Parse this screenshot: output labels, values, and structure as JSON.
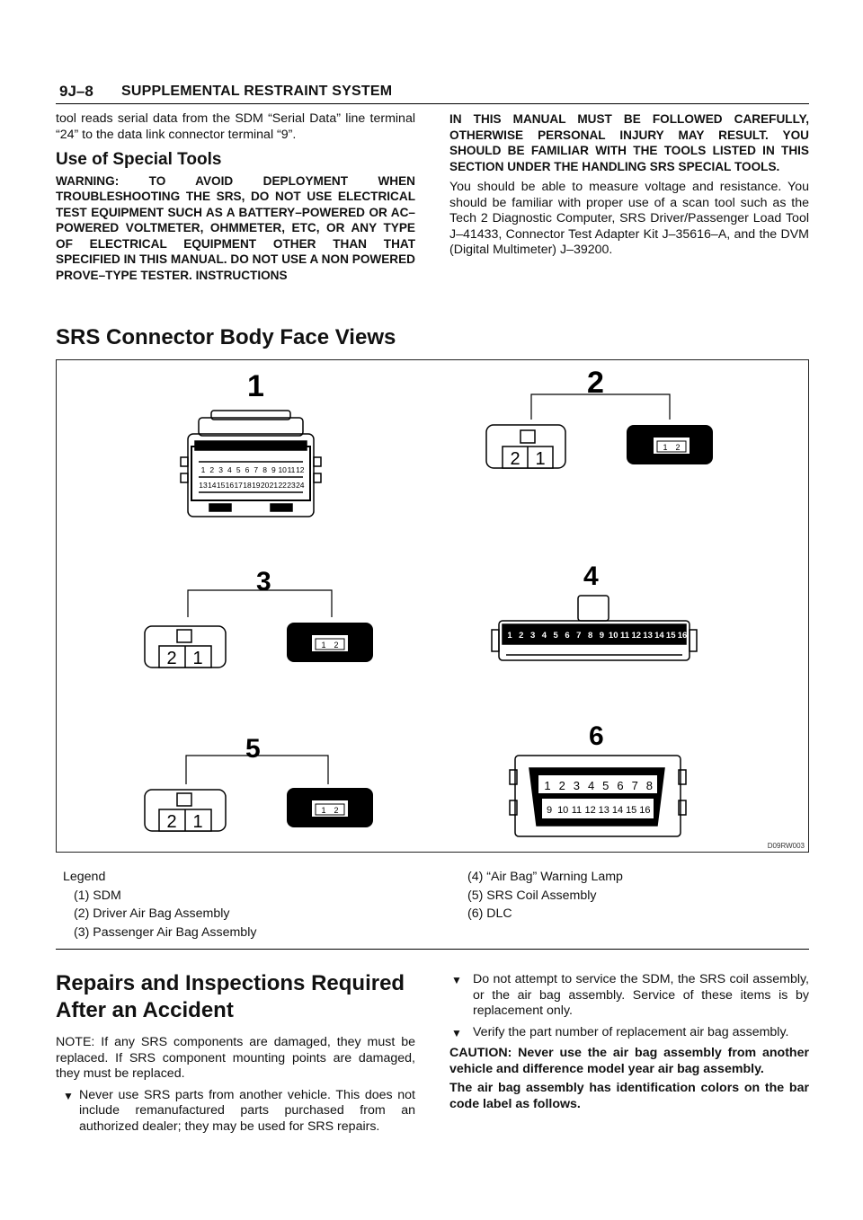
{
  "header": {
    "code": "9J–8",
    "title": "SUPPLEMENTAL RESTRAINT SYSTEM"
  },
  "intro": {
    "continued_text": "tool reads serial data from the SDM “Serial Data” line terminal “24” to the data link connector terminal “9”.",
    "heading": "Use of Special Tools",
    "warning_left": "WARNING: TO AVOID DEPLOYMENT WHEN TROUBLESHOOTING THE SRS, DO NOT USE ELECTRICAL TEST EQUIPMENT SUCH AS A BATTERY–POWERED OR AC–POWERED VOLTMETER, OHMMETER, ETC, OR ANY TYPE OF ELECTRICAL EQUIPMENT OTHER THAN THAT SPECIFIED IN THIS MANUAL. DO NOT USE A NON POWERED PROVE–TYPE TESTER. INSTRUCTIONS",
    "warning_right": "IN THIS MANUAL MUST BE FOLLOWED CAREFULLY, OTHERWISE PERSONAL INJURY MAY RESULT. YOU SHOULD BE FAMILIAR WITH THE TOOLS LISTED IN THIS SECTION UNDER THE HANDLING SRS SPECIAL TOOLS.",
    "tools_text": "You should be able to measure voltage and resistance. You should be familiar with proper use of a scan tool such as the Tech 2 Diagnostic Computer, SRS Driver/Passenger Load Tool J–41433, Connector Test Adapter Kit J–35616–A, and the DVM (Digital Multimeter) J–39200."
  },
  "connector_section": {
    "heading": "SRS Connector Body Face Views",
    "figure_id": "D09RW003",
    "diagram_numbers": [
      "1",
      "2",
      "3",
      "4",
      "5",
      "6"
    ],
    "pins_sdm_top": [
      "1",
      "2",
      "3",
      "4",
      "5",
      "6",
      "7",
      "8",
      "9",
      "10",
      "11",
      "12"
    ],
    "pins_sdm_bottom": [
      "13",
      "14",
      "15",
      "16",
      "17",
      "18",
      "19",
      "20",
      "21",
      "22",
      "23",
      "24"
    ],
    "pins_two_way_left": [
      "2",
      "1"
    ],
    "pins_two_way_right": [
      "1",
      "2"
    ],
    "pins_lamp": [
      "1",
      "2",
      "3",
      "4",
      "5",
      "6",
      "7",
      "8",
      "9",
      "10",
      "11",
      "12",
      "13",
      "14",
      "15",
      "16"
    ],
    "pins_dlc_top": [
      "1",
      "2",
      "3",
      "4",
      "5",
      "6",
      "7",
      "8"
    ],
    "pins_dlc_bottom": [
      "9",
      "10",
      "11",
      "12",
      "13",
      "14",
      "15",
      "16"
    ]
  },
  "legend": {
    "title": "Legend",
    "items": [
      "(1) SDM",
      "(2) Driver Air Bag Assembly",
      "(3) Passenger Air Bag Assembly",
      "(4) “Air Bag” Warning Lamp",
      "(5) SRS Coil Assembly",
      "(6) DLC"
    ]
  },
  "repairs": {
    "heading_line1": "Repairs and Inspections Required",
    "heading_line2": "After an Accident",
    "note": "NOTE: If any SRS components are damaged, they must be replaced. If SRS component mounting points are damaged, they must be replaced.",
    "bullet_symbol": "▼",
    "bullets": [
      "Never use SRS parts from another vehicle. This does not include remanufactured parts purchased from an authorized dealer; they may be used for SRS repairs.",
      "Do not attempt to service the SDM, the SRS coil assembly, or the air bag assembly. Service of these items is by replacement only.",
      "Verify the part number of replacement air bag assembly."
    ],
    "caution": "CAUTION: Never use the air bag assembly from another vehicle and difference model year air bag assembly.",
    "closing": "The air bag assembly has identification colors on the bar code label as follows."
  }
}
